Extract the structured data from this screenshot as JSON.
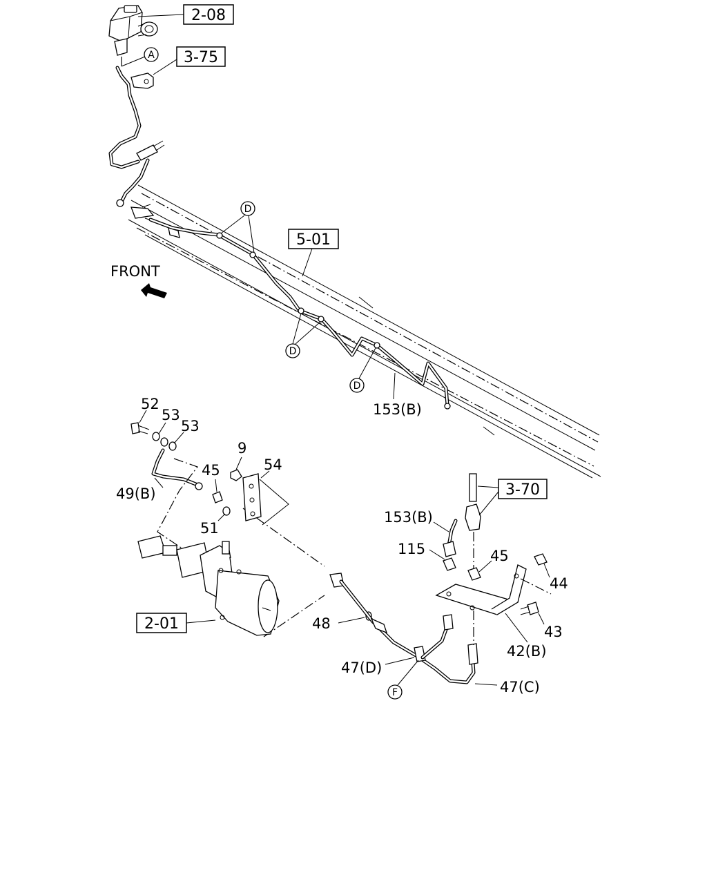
{
  "ref_boxes": {
    "master_cylinder": "2-08",
    "bracket_top": "3-75",
    "frame": "5-01",
    "connector": "3-70",
    "booster": "2-01"
  },
  "circle_markers": {
    "a": "A",
    "d1": "D",
    "d2": "D",
    "d3": "D",
    "f": "F"
  },
  "direction": {
    "label": "FRONT"
  },
  "part_labels": {
    "p52": "52",
    "p53a": "53",
    "p53b": "53",
    "p9": "9",
    "p54": "54",
    "p45a": "45",
    "p49b": "49(B)",
    "p51": "51",
    "p153b_top": "153(B)",
    "p153b_mid": "153(B)",
    "p115": "115",
    "p45b": "45",
    "p44": "44",
    "p43": "43",
    "p42b": "42(B)",
    "p48": "48",
    "p47d": "47(D)",
    "p47c": "47(C)"
  }
}
